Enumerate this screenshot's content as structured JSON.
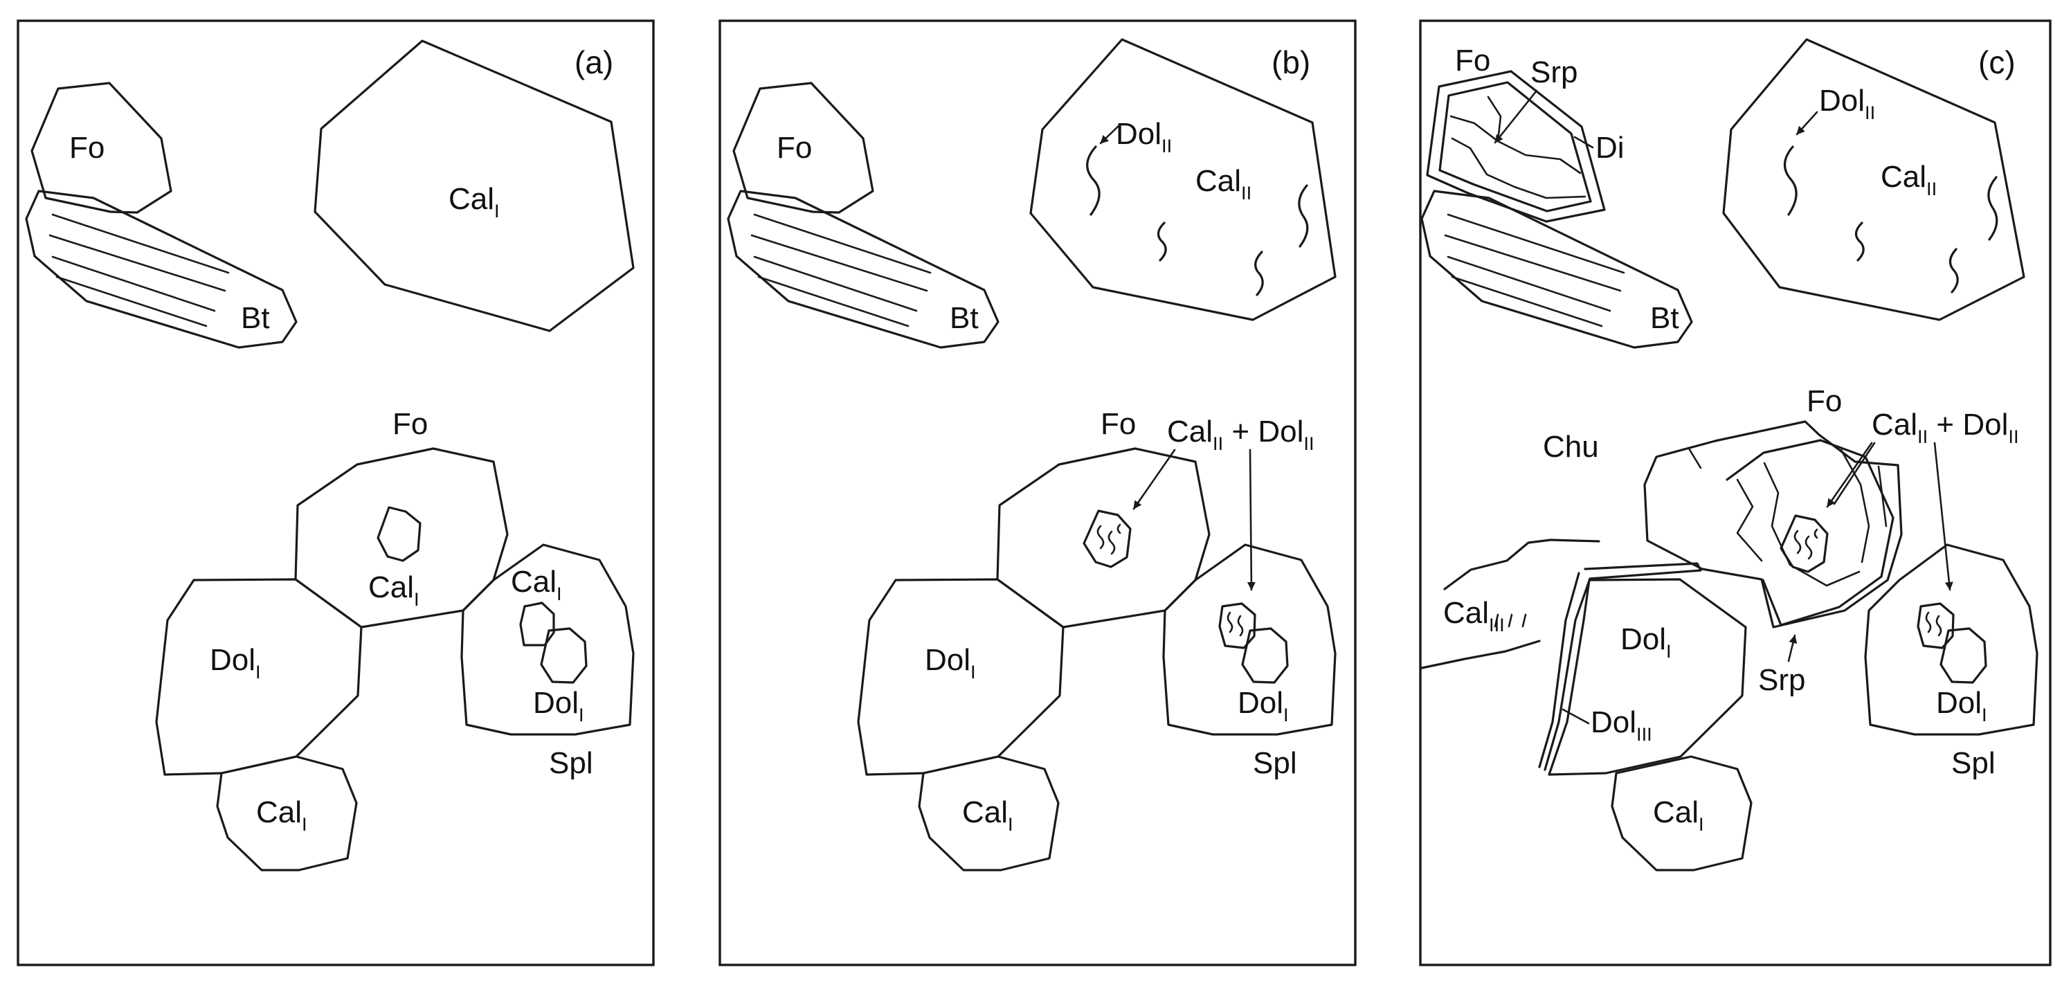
{
  "panels": [
    {
      "tag": "(a)",
      "labels": {
        "fo_top": "Fo",
        "bt": "Bt",
        "cal_top": "Cal",
        "cal_top_sub": "I",
        "fo_mid": "Fo",
        "cal_inc": "Cal",
        "cal_inc_sub": "I",
        "cal_spl": "Cal",
        "cal_spl_sub": "I",
        "dol_big": "Dol",
        "dol_big_sub": "I",
        "dol_spl": "Dol",
        "dol_spl_sub": "I",
        "spl": "Spl",
        "cal_bot": "Cal",
        "cal_bot_sub": "I"
      }
    },
    {
      "tag": "(b)",
      "labels": {
        "fo_top": "Fo",
        "bt": "Bt",
        "dol_top": "Dol",
        "dol_top_sub": "II",
        "cal_top": "Cal",
        "cal_top_sub": "II",
        "fo_mid": "Fo",
        "calm": "Cal",
        "calm_sub": "II",
        "plus": " + ",
        "dolm": "Dol",
        "dolm_sub": "II",
        "dol_big": "Dol",
        "dol_big_sub": "I",
        "dol_spl": "Dol",
        "dol_spl_sub": "I",
        "spl": "Spl",
        "cal_bot": "Cal",
        "cal_bot_sub": "I"
      }
    },
    {
      "tag": "(c)",
      "labels": {
        "fo_top": "Fo",
        "srp_top": "Srp",
        "di": "Di",
        "bt": "Bt",
        "dol_top": "Dol",
        "dol_top_sub": "II",
        "cal_top": "Cal",
        "cal_top_sub": "II",
        "chu": "Chu",
        "fo_mid": "Fo",
        "calm": "Cal",
        "calm_sub": "II",
        "plus": " + ",
        "dolm": "Dol",
        "dolm_sub": "II",
        "cal_left": "Cal",
        "cal_left_sub": "III",
        "dol_big": "Dol",
        "dol_big_sub": "I",
        "dol_rim": "Dol",
        "dol_rim_sub": "III",
        "srp_mid": "Srp",
        "dol_spl": "Dol",
        "dol_spl_sub": "I",
        "spl": "Spl",
        "cal_bot": "Cal",
        "cal_bot_sub": "I"
      }
    }
  ]
}
